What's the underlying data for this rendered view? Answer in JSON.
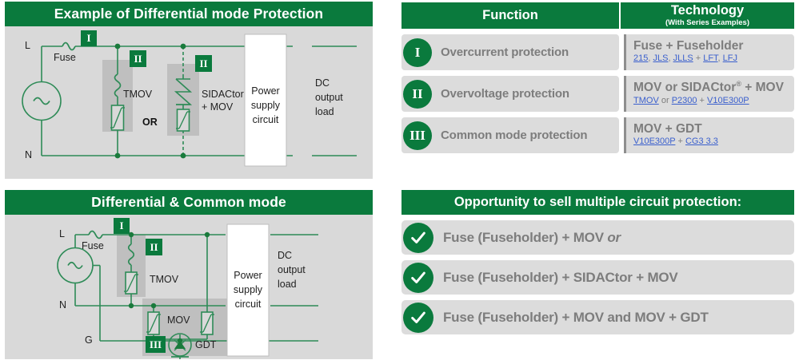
{
  "brand": {
    "green": "#0a7a3d",
    "panel_gray": "#d9d9d9",
    "row_gray": "#dcdcdc",
    "text_gray": "#7d7d7d",
    "link_blue": "#3a5fcd"
  },
  "diagram_top": {
    "title": "Example of Differential mode Protection",
    "labels": {
      "line": "L",
      "neutral": "N",
      "fuse": "Fuse",
      "tmov": "TMOV",
      "sidactor_mov_line1": "SIDACtor",
      "sidactor_mov_line2": "+ MOV",
      "or": "OR",
      "psu_line1": "Power",
      "psu_line2": "supply",
      "psu_line3": "circuit",
      "load_line1": "DC",
      "load_line2": "output",
      "load_line3": "load",
      "badge_1": "I",
      "badge_2a": "II",
      "badge_2b": "II"
    }
  },
  "diagram_bottom": {
    "title": "Differential & Common mode",
    "labels": {
      "line": "L",
      "neutral": "N",
      "ground": "G",
      "fuse": "Fuse",
      "tmov": "TMOV",
      "mov": "MOV",
      "gdt": "GDT",
      "psu_line1": "Power",
      "psu_line2": "supply",
      "psu_line3": "circuit",
      "load_line1": "DC",
      "load_line2": "output",
      "load_line3": "load",
      "badge_1": "I",
      "badge_2": "II",
      "badge_3": "III"
    }
  },
  "function_table": {
    "headers": {
      "function": "Function",
      "technology_main": "Technology",
      "technology_sub": "(With Series Examples)"
    },
    "rows": [
      {
        "numeral": "I",
        "function": "Overcurrent protection",
        "tech_main": "Fuse + Fuseholder",
        "tech_main_sup": "",
        "tech_parts": [
          {
            "text": "215",
            "link": true
          },
          {
            "text": ", ",
            "link": false
          },
          {
            "text": "JLS",
            "link": true
          },
          {
            "text": ", ",
            "link": false
          },
          {
            "text": "JLLS",
            "link": true
          },
          {
            "text": " + ",
            "link": false
          },
          {
            "text": "LFT",
            "link": true
          },
          {
            "text": ", ",
            "link": false
          },
          {
            "text": "LFJ",
            "link": true
          }
        ]
      },
      {
        "numeral": "II",
        "function": "Overvoltage protection",
        "tech_main": "MOV or SIDACtor",
        "tech_main_sup": "®",
        "tech_main_tail": " + MOV",
        "tech_parts": [
          {
            "text": "TMOV",
            "link": true
          },
          {
            "text": " or ",
            "link": false
          },
          {
            "text": "P2300",
            "link": true
          },
          {
            "text": " + ",
            "link": false
          },
          {
            "text": "V10E300P",
            "link": true
          }
        ]
      },
      {
        "numeral": "III",
        "function": "Common mode protection",
        "tech_main": "MOV + GDT",
        "tech_main_sup": "",
        "tech_parts": [
          {
            "text": "V10E300P",
            "link": true
          },
          {
            "text": " + ",
            "link": false
          },
          {
            "text": "CG3 3.3",
            "link": true
          }
        ]
      }
    ]
  },
  "opportunity": {
    "title": "Opportunity to sell multiple circuit protection:",
    "items": [
      {
        "text": "Fuse (Fuseholder) + MOV ",
        "italic": "or"
      },
      {
        "text": "Fuse (Fuseholder) + SIDACtor + MOV",
        "italic": ""
      },
      {
        "text": "Fuse (Fuseholder) + MOV and MOV + GDT",
        "italic": ""
      }
    ]
  }
}
